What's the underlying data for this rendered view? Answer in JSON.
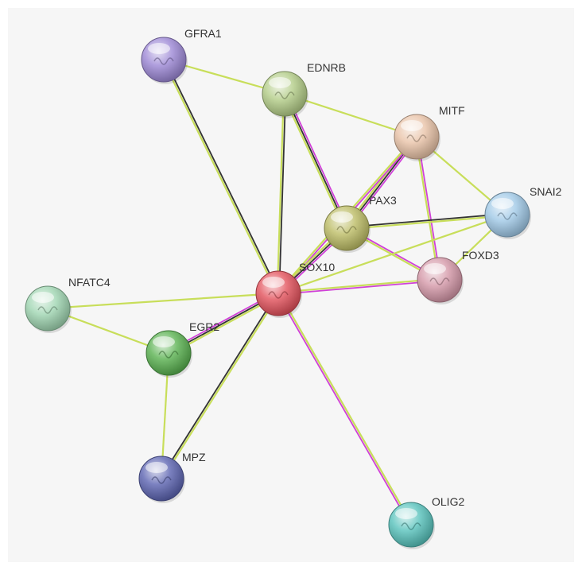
{
  "network": {
    "nodes": [
      {
        "id": "GFRA1",
        "label": "GFRA1",
        "color": "#9b86d4"
      },
      {
        "id": "EDNRB",
        "label": "EDNRB",
        "color": "#b2cc86"
      },
      {
        "id": "MITF",
        "label": "MITF",
        "color": "#e8c2a6"
      },
      {
        "id": "SNAI2",
        "label": "SNAI2",
        "color": "#9fc8e6"
      },
      {
        "id": "PAX3",
        "label": "PAX3",
        "color": "#bcbc64"
      },
      {
        "id": "FOXD3",
        "label": "FOXD3",
        "color": "#d497a8"
      },
      {
        "id": "SOX10",
        "label": "SOX10",
        "color": "#e2505a"
      },
      {
        "id": "NFATC4",
        "label": "NFATC4",
        "color": "#9ed4b0"
      },
      {
        "id": "EGR2",
        "label": "EGR2",
        "color": "#58b04e"
      },
      {
        "id": "MPZ",
        "label": "MPZ",
        "color": "#5a62b0"
      },
      {
        "id": "OLIG2",
        "label": "OLIG2",
        "color": "#56c2bc"
      }
    ],
    "edges": [
      {
        "source": "GFRA1",
        "target": "EDNRB",
        "evidence": [
          "textmining"
        ]
      },
      {
        "source": "GFRA1",
        "target": "SOX10",
        "evidence": [
          "coexpression",
          "textmining"
        ]
      },
      {
        "source": "EDNRB",
        "target": "MITF",
        "evidence": [
          "textmining"
        ]
      },
      {
        "source": "EDNRB",
        "target": "SOX10",
        "evidence": [
          "coexpression",
          "textmining"
        ]
      },
      {
        "source": "EDNRB",
        "target": "PAX3",
        "evidence": [
          "experiments",
          "coexpression",
          "textmining"
        ]
      },
      {
        "source": "MITF",
        "target": "PAX3",
        "evidence": [
          "experiments",
          "coexpression",
          "textmining"
        ]
      },
      {
        "source": "MITF",
        "target": "SOX10",
        "evidence": [
          "experiments",
          "textmining"
        ]
      },
      {
        "source": "MITF",
        "target": "SNAI2",
        "evidence": [
          "textmining"
        ]
      },
      {
        "source": "MITF",
        "target": "FOXD3",
        "evidence": [
          "experiments",
          "textmining"
        ]
      },
      {
        "source": "PAX3",
        "target": "SNAI2",
        "evidence": [
          "coexpression",
          "textmining"
        ]
      },
      {
        "source": "PAX3",
        "target": "FOXD3",
        "evidence": [
          "experiments",
          "textmining"
        ]
      },
      {
        "source": "PAX3",
        "target": "SOX10",
        "evidence": [
          "experiments",
          "coexpression",
          "textmining"
        ]
      },
      {
        "source": "SNAI2",
        "target": "SOX10",
        "evidence": [
          "textmining"
        ]
      },
      {
        "source": "SNAI2",
        "target": "FOXD3",
        "evidence": [
          "textmining"
        ]
      },
      {
        "source": "FOXD3",
        "target": "SOX10",
        "evidence": [
          "experiments",
          "textmining"
        ]
      },
      {
        "source": "NFATC4",
        "target": "SOX10",
        "evidence": [
          "textmining"
        ]
      },
      {
        "source": "NFATC4",
        "target": "EGR2",
        "evidence": [
          "textmining"
        ]
      },
      {
        "source": "EGR2",
        "target": "SOX10",
        "evidence": [
          "experiments",
          "coexpression",
          "textmining"
        ]
      },
      {
        "source": "EGR2",
        "target": "MPZ",
        "evidence": [
          "textmining"
        ]
      },
      {
        "source": "MPZ",
        "target": "SOX10",
        "evidence": [
          "coexpression",
          "textmining"
        ]
      },
      {
        "source": "OLIG2",
        "target": "SOX10",
        "evidence": [
          "experiments",
          "textmining"
        ]
      }
    ],
    "evidence_colors": {
      "experiments": "#d040d8",
      "coexpression": "#333333",
      "textmining": "#c8de5a"
    }
  }
}
